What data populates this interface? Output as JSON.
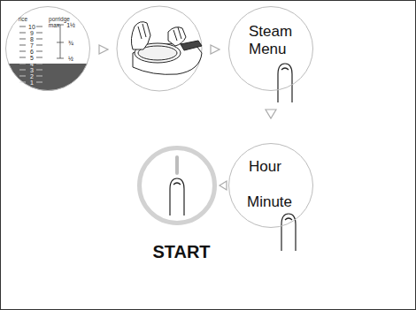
{
  "diagram": {
    "nodes": [
      {
        "text": [
          "rice",
          "porridge",
          "10",
          "9",
          "8",
          "7",
          "6",
          "5",
          "4",
          "3",
          "2",
          "1",
          "max",
          "1½",
          "¾",
          "½"
        ]
      },
      {
        "text": [
          "Steam Menu"
        ]
      },
      {
        "text": [
          "Hour",
          "Minute"
        ]
      },
      {
        "text": [
          "START"
        ]
      }
    ]
  }
}
